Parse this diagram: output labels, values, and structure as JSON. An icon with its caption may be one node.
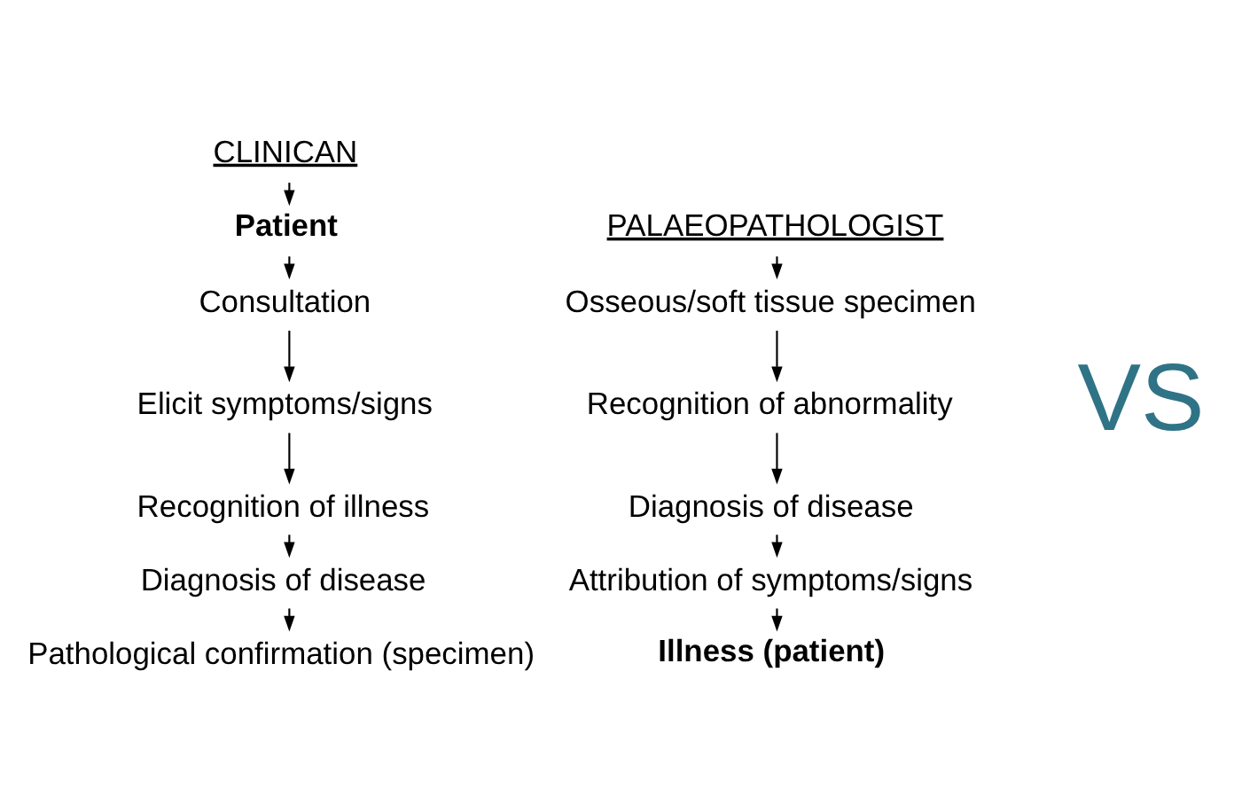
{
  "diagram": {
    "nodes": [
      {
        "text": [
          "CLINICAN"
        ]
      },
      {
        "text": [
          "Patient"
        ]
      },
      {
        "text": [
          "Consultation"
        ]
      },
      {
        "text": [
          "Elicit symptoms/signs"
        ]
      },
      {
        "text": [
          "Recognition of illness"
        ]
      },
      {
        "text": [
          "Diagnosis of disease"
        ]
      },
      {
        "text": [
          "Pathological confirmation (specimen)"
        ]
      },
      {
        "text": [
          "PALAEOPATHOLOGIST"
        ]
      },
      {
        "text": [
          "Osseous/soft tissue specimen"
        ]
      },
      {
        "text": [
          "Recognition of abnormality"
        ]
      },
      {
        "text": [
          "Diagnosis of disease"
        ]
      },
      {
        "text": [
          "Attribution of symptoms/signs"
        ]
      },
      {
        "text": [
          "Illness (patient)"
        ]
      }
    ],
    "edges": [
      {
        "from": 0,
        "to": 1,
        "arrow": "to"
      },
      {
        "from": 1,
        "to": 2,
        "arrow": "to"
      },
      {
        "from": 2,
        "to": 3,
        "arrow": "to"
      },
      {
        "from": 3,
        "to": 4,
        "arrow": "to"
      },
      {
        "from": 4,
        "to": 5,
        "arrow": "to"
      },
      {
        "from": 5,
        "to": 6,
        "arrow": "to"
      },
      {
        "from": 7,
        "to": 8,
        "arrow": "to"
      },
      {
        "from": 8,
        "to": 9,
        "arrow": "to"
      },
      {
        "from": 9,
        "to": 10,
        "arrow": "to"
      },
      {
        "from": 10,
        "to": 11,
        "arrow": "to"
      },
      {
        "from": 11,
        "to": 12,
        "arrow": "to"
      }
    ],
    "labels": [
      "VS"
    ]
  }
}
